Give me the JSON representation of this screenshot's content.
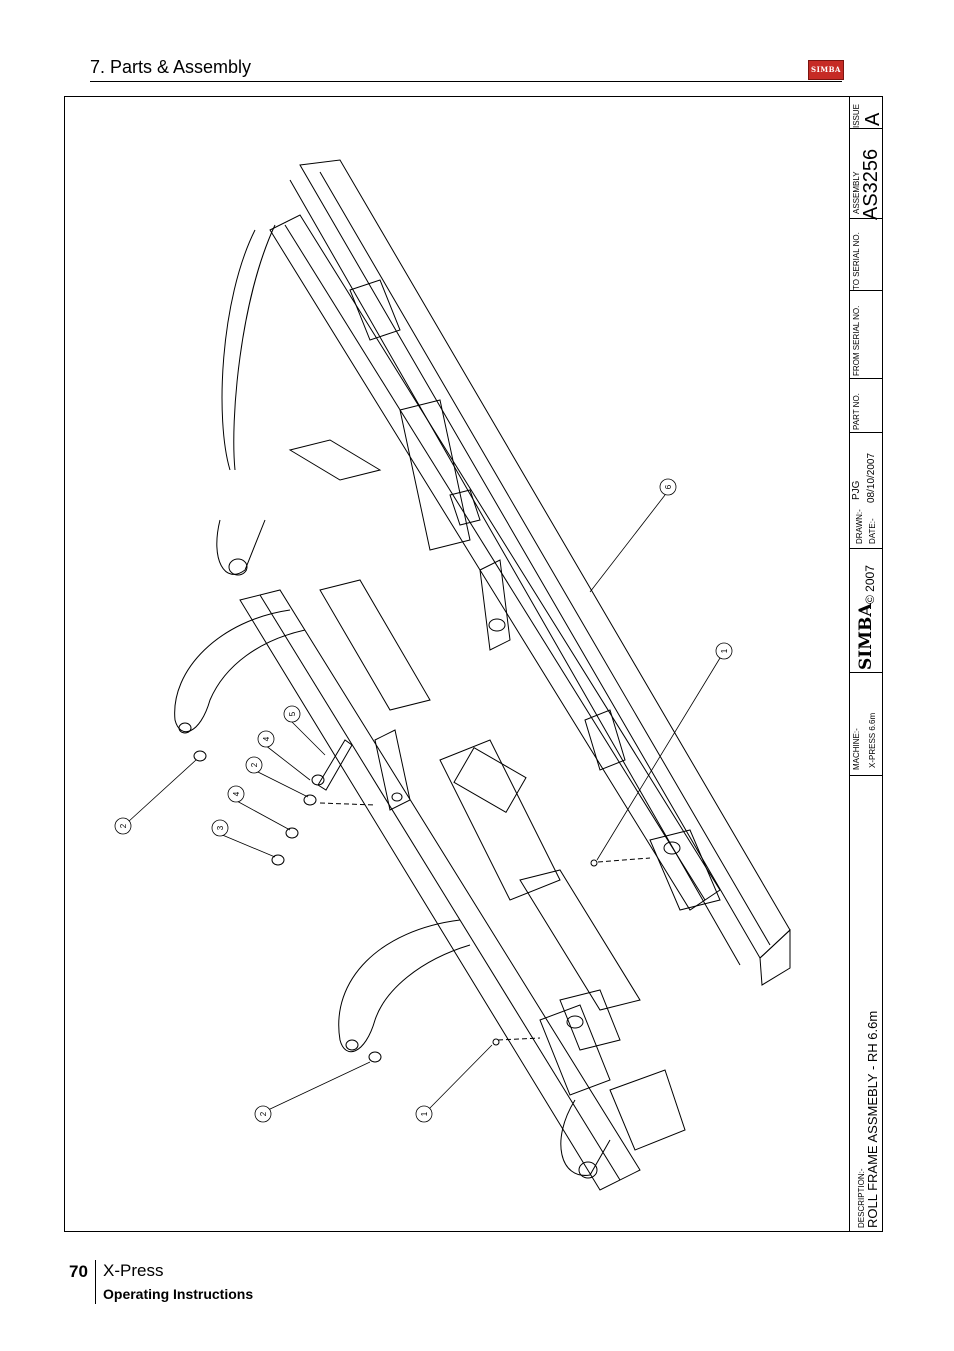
{
  "header": {
    "section_title": "7. Parts & Assembly",
    "logo_text": "SIMBA"
  },
  "title_block": {
    "issue_label": "ISSUE",
    "issue_value": "A",
    "assembly_label": "ASSEMBLY",
    "assembly_value": "AS3256",
    "to_serial_label": "TO SERIAL NO.",
    "from_serial_label": "FROM SERIAL NO.",
    "part_no_label": "PART NO.",
    "drawn_label": "DRAWN:-",
    "drawn_value": "PJG",
    "date_label": "DATE:-",
    "date_value": "08/10/2007",
    "copyright": "© 2007",
    "brand": "SIMBA",
    "machine_label": "MACHINE:-",
    "machine_value": "X-PRESS 6.6m",
    "description_label": "DESCRIPTION:-",
    "description_value": "ROLL FRAME ASSMEBLY - RH 6.6m"
  },
  "callouts": [
    "6",
    "1",
    "5",
    "4",
    "2",
    "4",
    "3",
    "2",
    "2",
    "1"
  ],
  "footer": {
    "page_number": "70",
    "product": "X-Press",
    "doc_type": "Operating Instructions"
  }
}
